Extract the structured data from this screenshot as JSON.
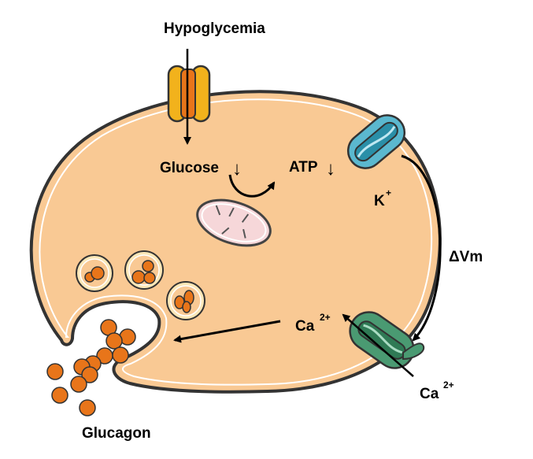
{
  "labels": {
    "hypoglycemia": "Hypoglycemia",
    "glucose": "Glucose",
    "atp": "ATP",
    "down_arrow": "↓",
    "k_ion": "K",
    "k_charge": "+",
    "delta_vm": "ΔVm",
    "ca_ion": "Ca",
    "ca_charge": "2+",
    "glucagon": "Glucagon"
  },
  "colors": {
    "cell_fill": "#f9c994",
    "cell_outline": "#333333",
    "glucose_transporter": "#f2b21c",
    "glucose_transporter_core": "#e8751a",
    "k_channel": "#5bb8cf",
    "ca_channel": "#4a9a72",
    "mitochondrion": "#f6d7d9",
    "granule_core": "#e8751a",
    "arrow": "#000000"
  },
  "icons": [
    "glucose-transporter-icon",
    "k-atp-channel-icon",
    "calcium-channel-icon",
    "mitochondrion-icon",
    "secretory-granule-icon",
    "glucagon-granule-icon"
  ]
}
